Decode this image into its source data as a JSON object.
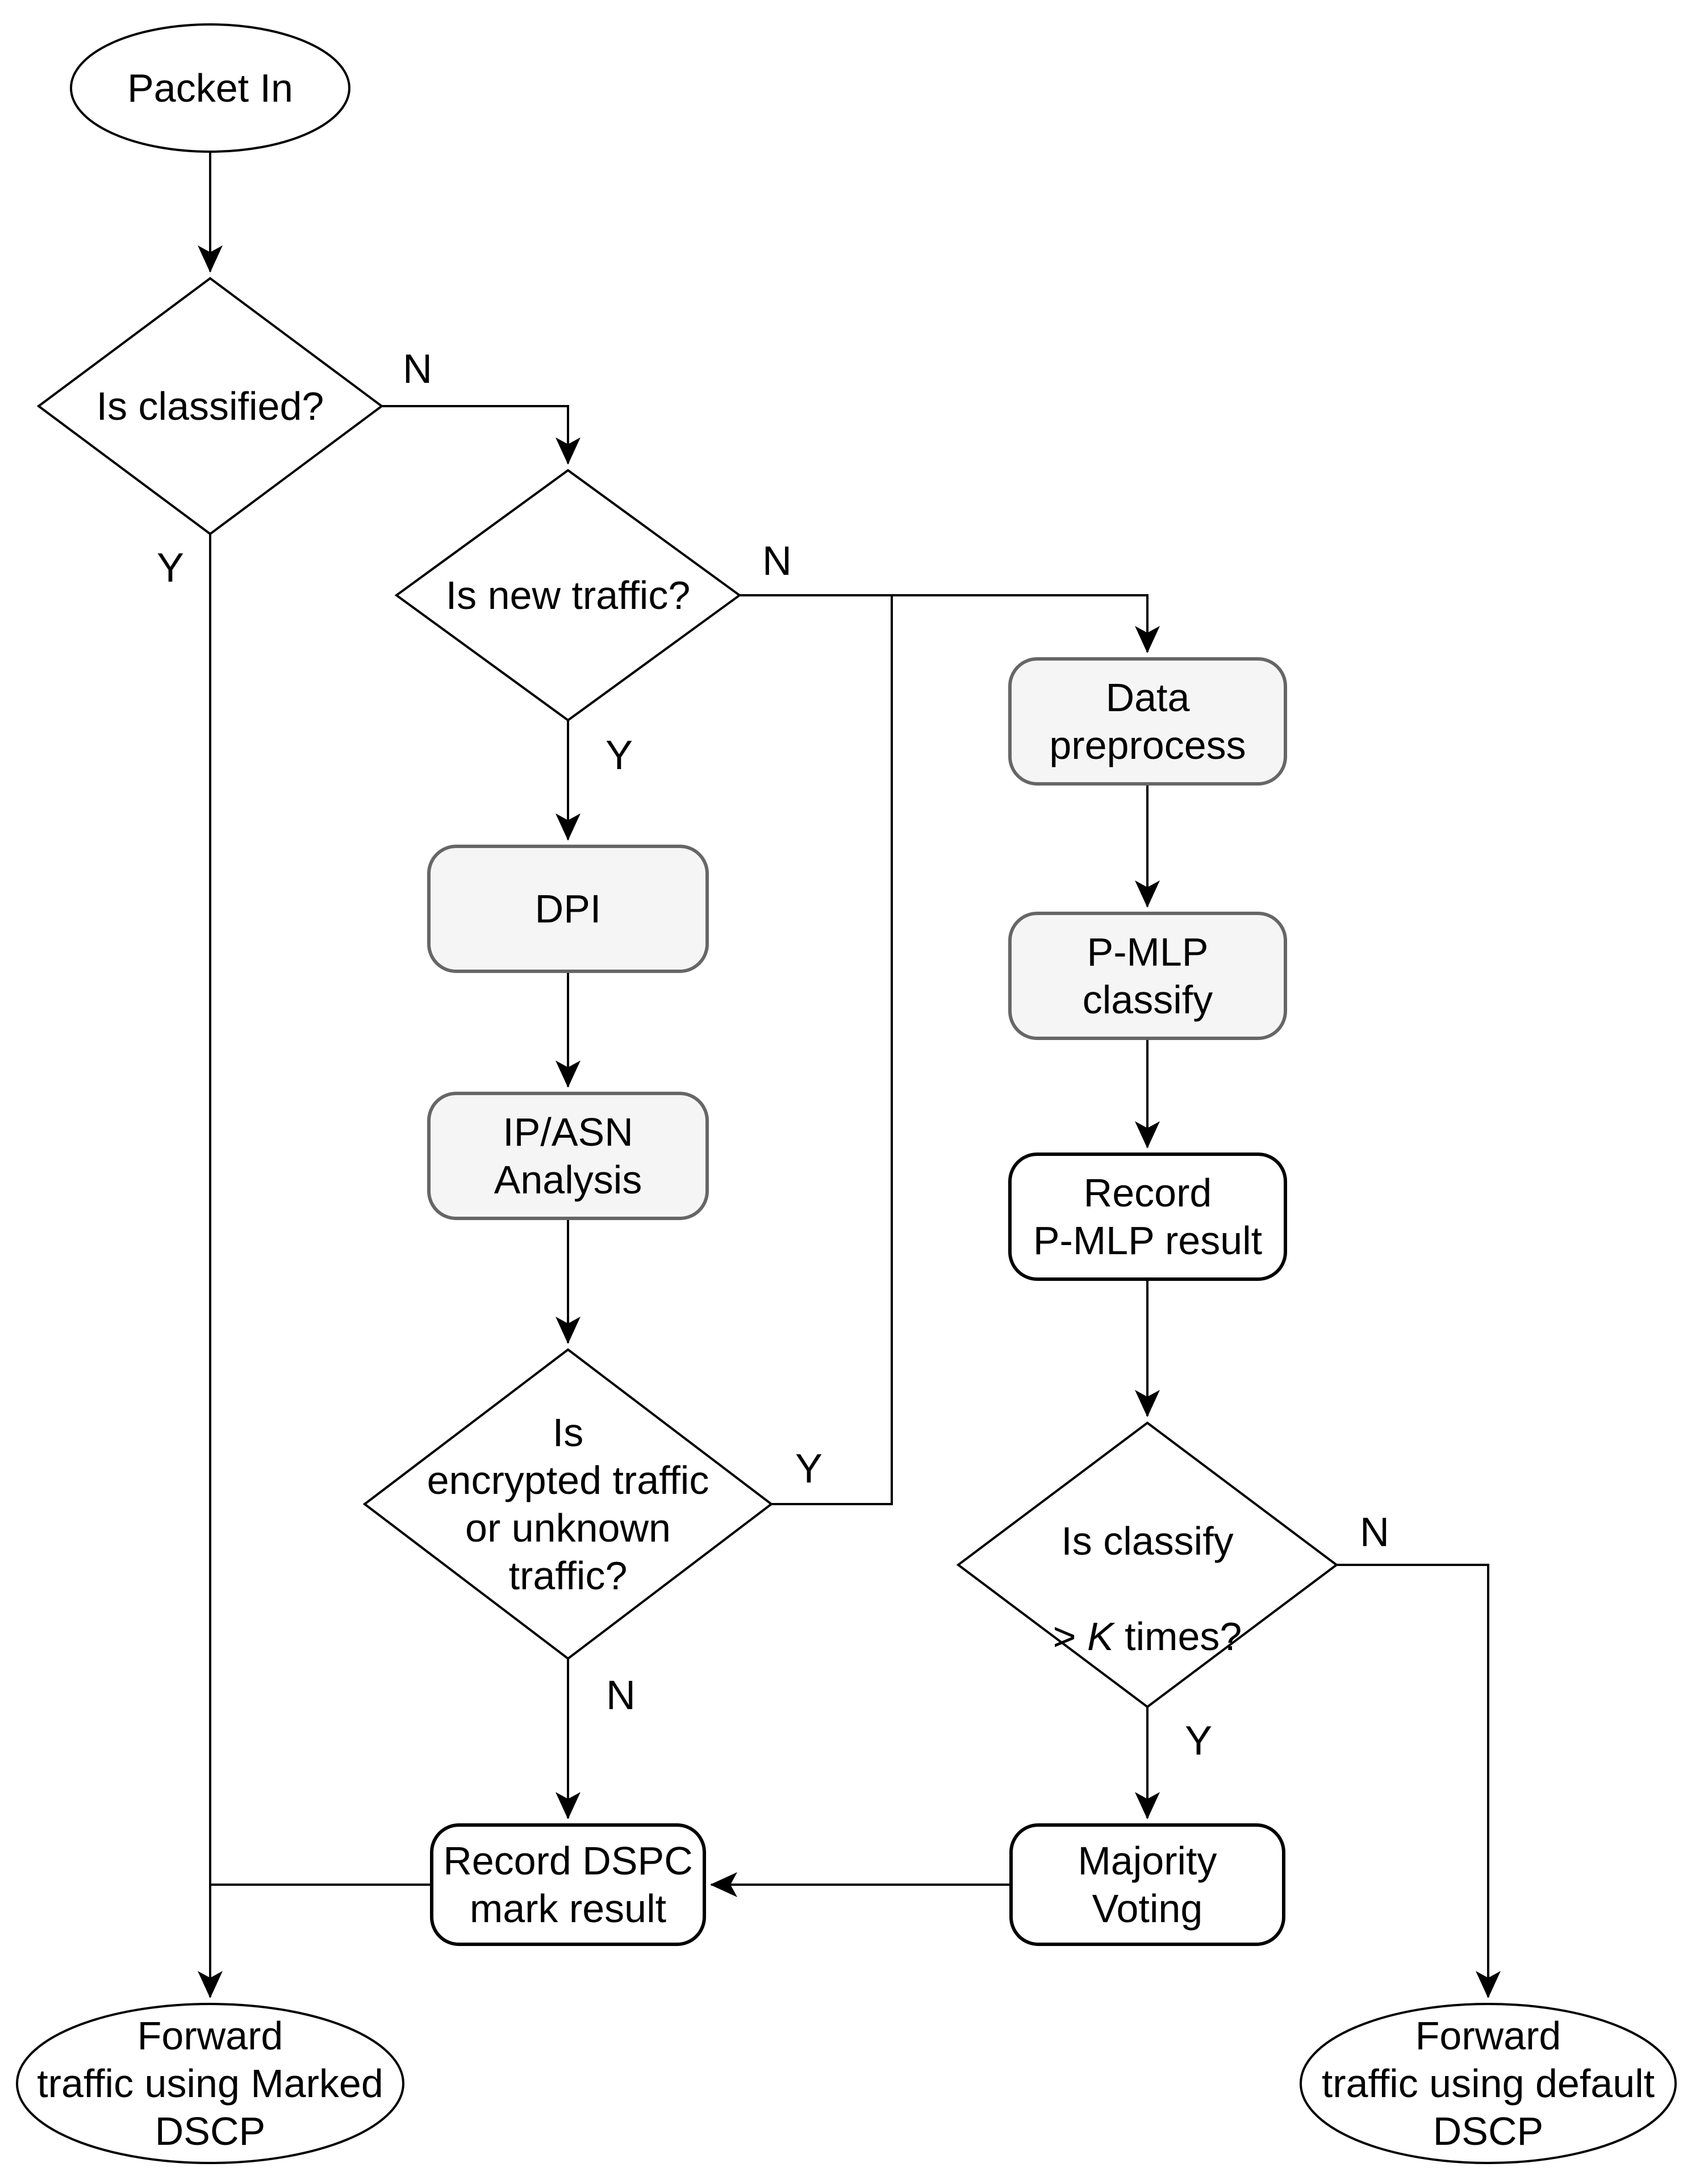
{
  "nodes": {
    "packet_in": {
      "label": "Packet In"
    },
    "is_classified": {
      "label": "Is classified?"
    },
    "is_new_traffic": {
      "label": "Is new traffic?"
    },
    "data_preprocess": {
      "label": "Data\npreprocess"
    },
    "dpi": {
      "label": "DPI"
    },
    "p_mlp_classify": {
      "label": "P-MLP\nclassify"
    },
    "ip_asn_analysis": {
      "label": "IP/ASN\nAnalysis"
    },
    "record_p_mlp_result": {
      "label": "Record\nP-MLP result"
    },
    "is_encrypted": {
      "label": "Is\nencrypted traffic\nor unknown\ntraffic?"
    },
    "is_classify_k": {
      "line1": "Is classify",
      "gt": "> ",
      "k": "K",
      "rest": " times?"
    },
    "record_dspc": {
      "label": "Record DSPC\nmark result"
    },
    "majority_voting": {
      "label": "Majority\nVoting"
    },
    "forward_marked": {
      "label": "Forward\ntraffic using Marked\nDSCP"
    },
    "forward_default": {
      "label": "Forward\ntraffic using default\nDSCP"
    }
  },
  "edge_labels": {
    "is_classified_n": "N",
    "is_classified_y": "Y",
    "is_new_traffic_n": "N",
    "is_new_traffic_y": "Y",
    "is_encrypted_y": "Y",
    "is_encrypted_n": "N",
    "is_classify_k_n": "N",
    "is_classify_k_y": "Y"
  },
  "colors": {
    "bg": "#ffffff",
    "edge": "#000000",
    "shape_stroke": "#000000",
    "process_fill": "#f5f5f5",
    "process_stroke": "#666666",
    "plain_fill": "#ffffff",
    "text": "#000000"
  }
}
